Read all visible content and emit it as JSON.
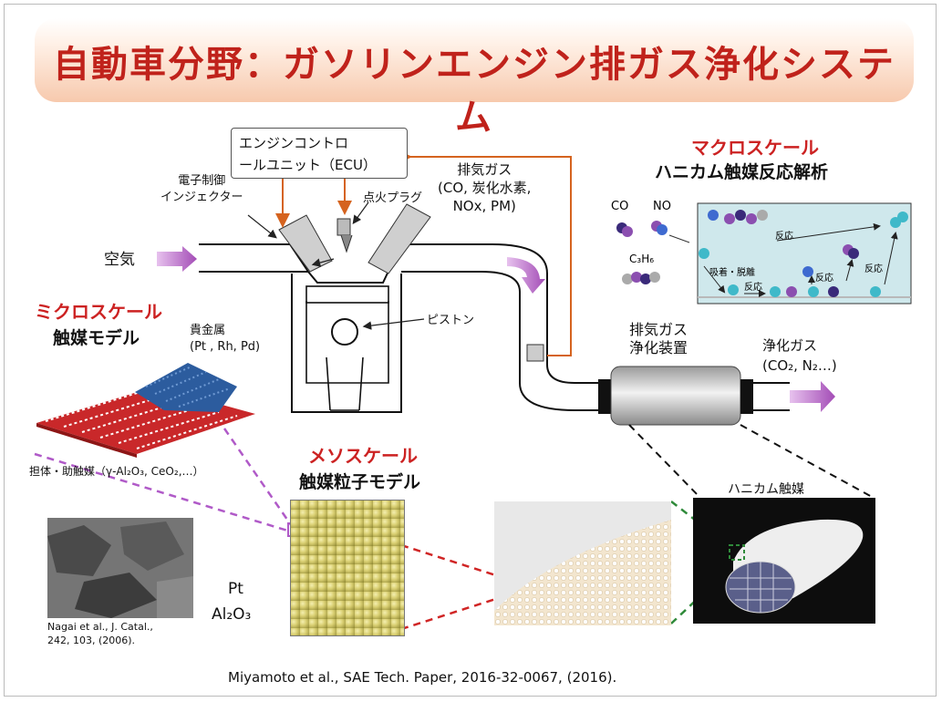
{
  "title": "自動車分野：ガソリンエンジン排ガス浄化システム",
  "ecu": {
    "line1": "エンジンコントロ",
    "line2": "ールユニット（ECU）"
  },
  "injector": {
    "line1": "電子制御",
    "line2": "インジェクター"
  },
  "spark_plug": "点火プラグ",
  "exhaust_gas": {
    "line1": "排気ガス",
    "line2": "(CO, 炭化水素,",
    "line3": "NOx, PM)"
  },
  "air": "空気",
  "piston": "ピストン",
  "purifier": {
    "line1": "排気ガス",
    "line2": "浄化装置"
  },
  "clean_gas": {
    "line1": "浄化ガス",
    "line2": "(CO₂, N₂…)"
  },
  "macro": {
    "heading": "マクロスケール",
    "subheading": "ハニカム触媒反応解析"
  },
  "reaction_panel": {
    "co": "CO",
    "no": "NO",
    "c3h6": "C₃H₆",
    "adsorb": "吸着・脱離",
    "react1": "反応",
    "react2": "反応",
    "react3": "反応",
    "react4": "反応"
  },
  "micro": {
    "heading": "ミクロスケール",
    "subheading": "触媒モデル"
  },
  "noble_metal": {
    "line1": "貴金属",
    "line2": "(Pt , Rh, Pd)"
  },
  "support": "担体・助触媒（γ-Al₂O₃, CeO₂,…）",
  "meso": {
    "heading": "メソスケール",
    "subheading": "触媒粒子モデル",
    "pt": "Pt",
    "al2o3": "Al₂O₃"
  },
  "tem_ref": {
    "line1": "Nagai et al., J. Catal.,",
    "line2": "242, 103, (2006)."
  },
  "honeycomb": "ハニカム触媒",
  "citation": "Miyamoto et al., SAE Tech. Paper, 2016-32-0067, (2016).",
  "colors": {
    "title": "#c0221b",
    "accent_red": "#cc2222",
    "pipe_orange": "#d5631f",
    "arrow_purple": "#b267c2",
    "dash_purple": "#b05ac8",
    "dash_red": "#d02525",
    "dash_green": "#2f8a3a"
  }
}
